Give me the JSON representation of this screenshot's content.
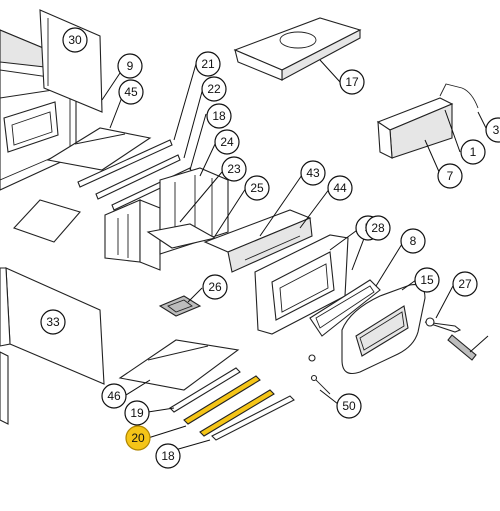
{
  "diagram": {
    "highlight_color": "#f5c518",
    "callouts": [
      {
        "id": "c30",
        "label": "30"
      },
      {
        "id": "c9",
        "label": "9"
      },
      {
        "id": "c45",
        "label": "45"
      },
      {
        "id": "c21",
        "label": "21"
      },
      {
        "id": "c22",
        "label": "22"
      },
      {
        "id": "c18a",
        "label": "18"
      },
      {
        "id": "c24",
        "label": "24"
      },
      {
        "id": "c23",
        "label": "23"
      },
      {
        "id": "c25",
        "label": "25"
      },
      {
        "id": "c43",
        "label": "43"
      },
      {
        "id": "c44",
        "label": "44"
      },
      {
        "id": "c5",
        "label": "5"
      },
      {
        "id": "c28",
        "label": "28"
      },
      {
        "id": "c8",
        "label": "8"
      },
      {
        "id": "c15",
        "label": "15"
      },
      {
        "id": "c27",
        "label": "27"
      },
      {
        "id": "c17",
        "label": "17"
      },
      {
        "id": "c1",
        "label": "1"
      },
      {
        "id": "c3",
        "label": "3"
      },
      {
        "id": "c7",
        "label": "7"
      },
      {
        "id": "c26",
        "label": "26"
      },
      {
        "id": "c33",
        "label": "33"
      },
      {
        "id": "c46",
        "label": "46"
      },
      {
        "id": "c19",
        "label": "19"
      },
      {
        "id": "c20",
        "label": "20",
        "highlighted": true
      },
      {
        "id": "c18b",
        "label": "18"
      },
      {
        "id": "c50",
        "label": "50"
      }
    ]
  }
}
